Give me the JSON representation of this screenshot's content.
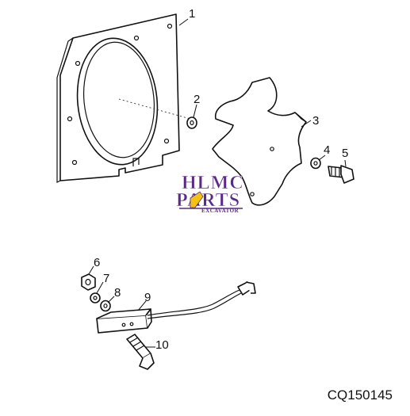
{
  "callouts": [
    "1",
    "2",
    "3",
    "4",
    "5",
    "6",
    "7",
    "8",
    "9",
    "10"
  ],
  "figure_code": "CQ150145",
  "watermark": {
    "line1": "HLMC",
    "line2": "PARTS",
    "line3": "EXCAVATOR",
    "color_primary": "#5b2a86",
    "color_secondary": "#f2c40f"
  }
}
